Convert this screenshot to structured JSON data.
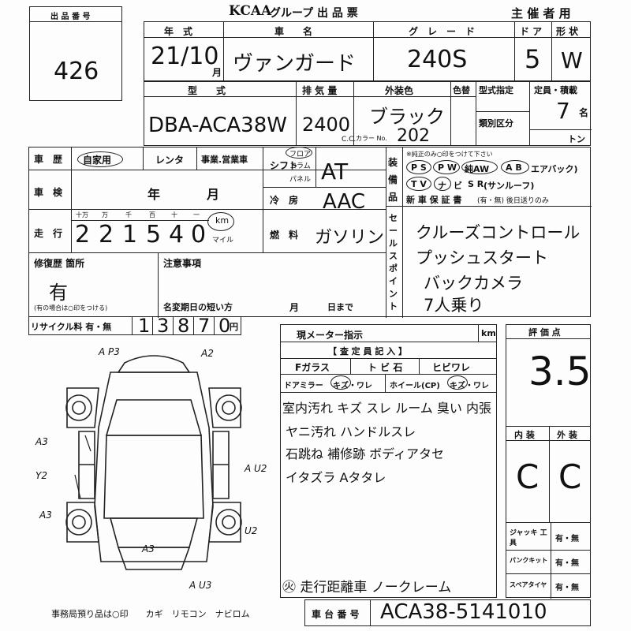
{
  "header": {
    "lot_label": "出 品 番 号",
    "lot_number": "426",
    "title": "グループ 出 品 票",
    "organizer": "主 催 者 用"
  },
  "top_row": {
    "year_label": "年　式",
    "model_label": "車　　名",
    "grade_label": "グ　レ　ー　ド",
    "door_label": "ド ア",
    "shape_label": "形 状",
    "year_value": "21/10",
    "month_unit": "月",
    "model_value": "ヴァンガード",
    "grade_value": "240S",
    "door_value": "5",
    "shape_value": "W"
  },
  "second_row": {
    "type_label": "型　　式",
    "disp_label": "排 気 量",
    "color_label": "外装色",
    "color_change_label": "色替",
    "type_designation_label": "型式指定",
    "capacity_label": "定員・積載",
    "category_label": "類別区分",
    "type_value": "DBA-ACA38W",
    "disp_value": "2400",
    "cc_unit": "C.C.",
    "color_value": "ブラック",
    "color_no_label": "カラー No.",
    "color_no_value": "202",
    "capacity_value": "7",
    "capacity_unit": "名",
    "ton_unit": "トン"
  },
  "history": {
    "label": "車　歴",
    "own": "自家用",
    "rental": "レンタ",
    "business": "事業.営業車"
  },
  "shift": {
    "label": "シフト",
    "floor": "フロア",
    "column": "コラム",
    "panel": "パネル",
    "value": "AT"
  },
  "inspection": {
    "label": "車　検",
    "year": "年",
    "month": "月"
  },
  "ac": {
    "label": "冷　房",
    "value": "AAC"
  },
  "mileage": {
    "label": "走　行",
    "units": [
      "十万",
      "万",
      "千",
      "百",
      "十",
      "一"
    ],
    "digits": [
      "2",
      "2",
      "1",
      "5",
      "4",
      "0"
    ],
    "km": "km",
    "mile": "マイル"
  },
  "fuel": {
    "label": "燃　料",
    "value": "ガソリン"
  },
  "equipment": {
    "label": "装備品",
    "note": "※純正のみ○印をつけて下さい",
    "items": [
      "P S",
      "P W",
      "純AW",
      "A B",
      "エアバック)"
    ],
    "items2": [
      "T V",
      "ナ",
      "ビ",
      "S R",
      "(サンルーフ)"
    ],
    "warranty": "新 車 保 証 書",
    "warranty_opts": "(有・無) 後日送りのみ"
  },
  "sales_points": {
    "label": "セールスポイント",
    "lines": [
      "クルーズコントロール",
      "プッシュスタート",
      "バックカメラ",
      "7人乗り"
    ]
  },
  "repair": {
    "label": "修復歴 箇所",
    "value": "有",
    "note": "(有の場合は○印をつける)"
  },
  "notes": {
    "label": "注意事項",
    "name_change": "名変期日の短い方",
    "month": "月",
    "day": "日まで"
  },
  "recycle": {
    "label": "リサイクル料 有・無",
    "digits": [
      "1",
      "3",
      "8",
      "7",
      "0"
    ],
    "unit": "円"
  },
  "meter": {
    "label": "現メーター指示",
    "unit": "km"
  },
  "inspector": {
    "label": "【 査 定 員 記 入 】",
    "f_glass": "Fガラス",
    "tobi": "ト ビ 石",
    "hibi": "ヒビワレ",
    "door_mirror": "ドアミラー",
    "mirror_opts": "キズ・ワレ",
    "wheel": "ホイール(CP)",
    "wheel_opts": "キズ・ワレ",
    "comments": [
      "室内汚れ キズ スレ ルーム 臭い 内張",
      "ヤニ汚れ ハンドルスレ",
      "石跳ね 補修跡 ボディアタセ",
      "イタズラ Aタタレ"
    ],
    "bottom": "㊋ 走行距離車 ノークレーム"
  },
  "score": {
    "label": "評 価 点",
    "value": "3.5",
    "interior_label": "内 装",
    "exterior_label": "外 装",
    "interior_value": "C",
    "exterior_value": "C"
  },
  "tools": {
    "jack": "ジャッキ 工 具",
    "puncture": "パンクキット",
    "spare": "スペアタイヤ",
    "opts": "有・無"
  },
  "diagram": {
    "marks": [
      "A P3",
      "A2",
      "A3",
      "Y2",
      "A3",
      "A U2",
      "U2",
      "A3",
      "A U3"
    ]
  },
  "footer": {
    "office": "事務局預り品は○印　　カギ　リモコン　ナビロム",
    "chassis_label": "車 台 番 号",
    "chassis_value": "ACA38-5141010"
  }
}
